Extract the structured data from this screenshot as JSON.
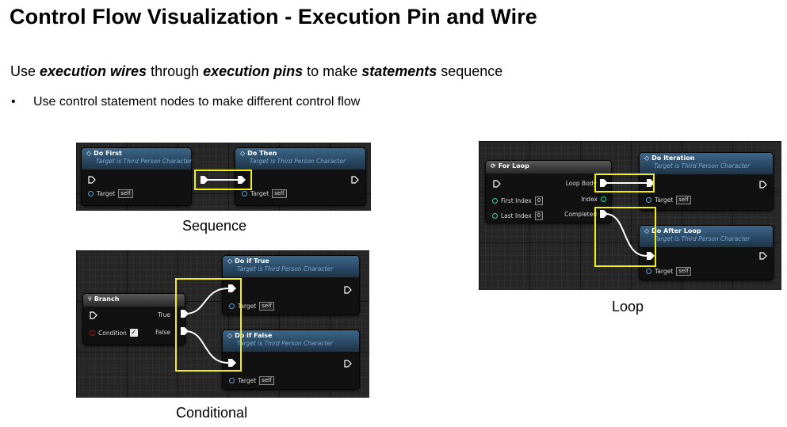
{
  "title": "Control Flow Visualization - Execution Pin and Wire",
  "subtitle": {
    "p1": "Use ",
    "b1": "execution wires",
    "p2": " through ",
    "b2": "execution pins",
    "p3": " to make ",
    "b3": "statements",
    "p4": " sequence"
  },
  "bullet": "Use control statement nodes to make different control flow",
  "bullet_mark": "•",
  "captions": {
    "sequence": "Sequence",
    "conditional": "Conditional",
    "loop": "Loop"
  },
  "common": {
    "target_sub": "Target is Third Person Character",
    "target_label": "Target",
    "self_label": "self"
  },
  "sequence": {
    "node1_title": "Do First",
    "node2_title": "Do Then"
  },
  "conditional": {
    "branch_title": "Branch",
    "true_label": "True",
    "false_label": "False",
    "condition_label": "Condition",
    "check_mark": "✓",
    "node_true_title": "Do if True",
    "node_false_title": "Do if False"
  },
  "loop": {
    "forloop_title": "For Loop",
    "loop_body_label": "Loop Body",
    "index_label": "Index",
    "completed_label": "Completed",
    "first_index_label": "First Index",
    "last_index_label": "Last Index",
    "first_index_value": "0",
    "last_index_value": "0",
    "node_iter_title": "Do Iteration",
    "node_after_title": "Do After Loop"
  },
  "colors": {
    "highlight": "#f2ee1c",
    "wire": "#ffffff",
    "panel_bg": "#262626",
    "node_header": "#34597a",
    "subtitle_blue": "#7aa9d1"
  },
  "icons": {
    "function": "function-icon",
    "branch": "branch-icon",
    "loop": "loop-icon",
    "exec_pin": "exec-pin-icon"
  }
}
